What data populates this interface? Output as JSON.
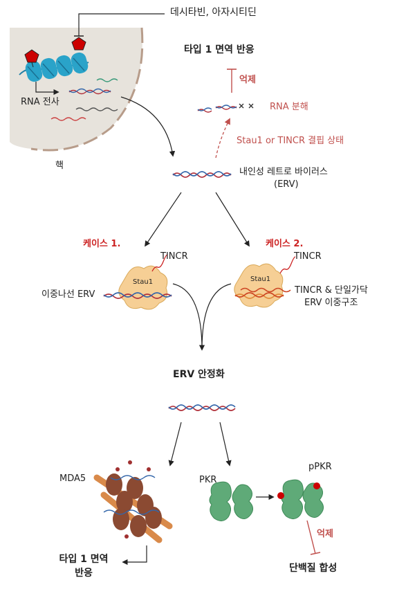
{
  "labels": {
    "drug": "데시타빈, 아자시티딘",
    "rna_transcription": "RNA 전사",
    "nucleus": "핵",
    "type1_top": "타입 1 면역 반응",
    "suppress_top": "억제",
    "rna_degradation": "RNA 분해",
    "binding_state": "Stau1 or TINCR 결핍 상태",
    "erv_line1": "내인성 레트로 바이러스",
    "erv_line2": "(ERV)",
    "case1": "케이스 1.",
    "case2": "케이스 2.",
    "tincr_left": "TINCR",
    "tincr_right": "TINCR",
    "stau1_left": "Stau1",
    "stau1_right": "Stau1",
    "dsRNA_erv": "이중나선 ERV",
    "tincr_ss_line1": "TINCR & 단일가닥",
    "tincr_ss_line2": "ERV 이중구조",
    "erv_stabilization": "ERV 안정화",
    "mda5": "MDA5",
    "pkr": "PKR",
    "ppkr": "pPKR",
    "type1_bottom_line1": "타입 1 면역",
    "type1_bottom_line2": "반응",
    "suppress_bottom": "억제",
    "protein_synthesis": "단백질 합성"
  },
  "colors": {
    "highlight_red": "#cc2222",
    "dashed_arrow": "#c0504d",
    "nucleus_fill": "#e7e3dc",
    "dna_blue": "#2aa3c9",
    "stau1_fill": "#f6cf95",
    "pkr_green": "#5faa78",
    "mda5_brown": "#8b4a32"
  }
}
